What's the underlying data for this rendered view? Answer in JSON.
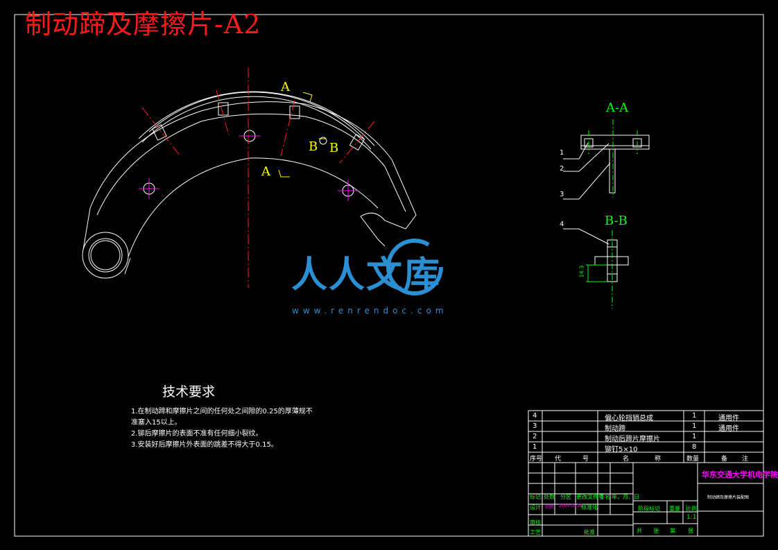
{
  "drawing": {
    "title": "制动蹄及摩擦片-A2",
    "section_labels": {
      "aa": "A-A",
      "bb": "B-B",
      "a_top": "A",
      "a_bottom": "A",
      "b_left": "B",
      "b_right": "B"
    },
    "callouts": [
      "1",
      "2",
      "3",
      "4"
    ],
    "dimension": "14.3"
  },
  "tech_requirements": {
    "title": "技术要求",
    "items": [
      "1.在制动蹄和摩擦片之间的任何处之间隙的0.25的厚薄规不",
      "准塞入15以上。",
      "2.铆后摩擦片的表面不准有任何细小裂纹。",
      "3.安装好后摩擦片外表面的跳差不得大于0.15。"
    ]
  },
  "parts_list": {
    "rows": [
      {
        "no": "4",
        "name": "偏心轮挡销总成",
        "qty": "1",
        "note": "通用件"
      },
      {
        "no": "3",
        "name": "制动蹄",
        "qty": "1",
        "note": "通用件"
      },
      {
        "no": "2",
        "name": "制动后蹄片摩擦片",
        "qty": "1",
        "note": ""
      },
      {
        "no": "1",
        "name": "铆钉5×10",
        "qty": "8",
        "note": ""
      }
    ],
    "headers": [
      "序号",
      "代",
      "号",
      "名",
      "称",
      "数量",
      "备",
      "注"
    ]
  },
  "title_block": {
    "school": "华东交通大学机电学院",
    "drawing_name": "制动蹄及摩擦片装配图",
    "scale": "1:1",
    "labels": {
      "mark": "标记",
      "count": "处数",
      "zone": "分区",
      "doc": "更改文件号",
      "sign": "签名",
      "date": "年、月、日",
      "designer": "设计",
      "standard": "标准化",
      "review": "审核",
      "process": "工艺",
      "approve": "批准",
      "stage_mark": "阶段标记",
      "weight": "重量",
      "scale_label": "比例",
      "total": "共",
      "sheet": "张",
      "page": "第",
      "page_unit": "张"
    },
    "designer_name": "刘明",
    "design_date": "2004.05.28"
  },
  "watermark": {
    "text": "人人文库",
    "url": "www.renrendoc.com"
  },
  "colors": {
    "background": "#000000",
    "line": "#ffffff",
    "title": "#ff1a1a",
    "centerline": "#ff2222",
    "section": "#ffff00",
    "magenta": "#ff00ff",
    "green": "#00ff00",
    "watermark": "#2b8fd4"
  }
}
